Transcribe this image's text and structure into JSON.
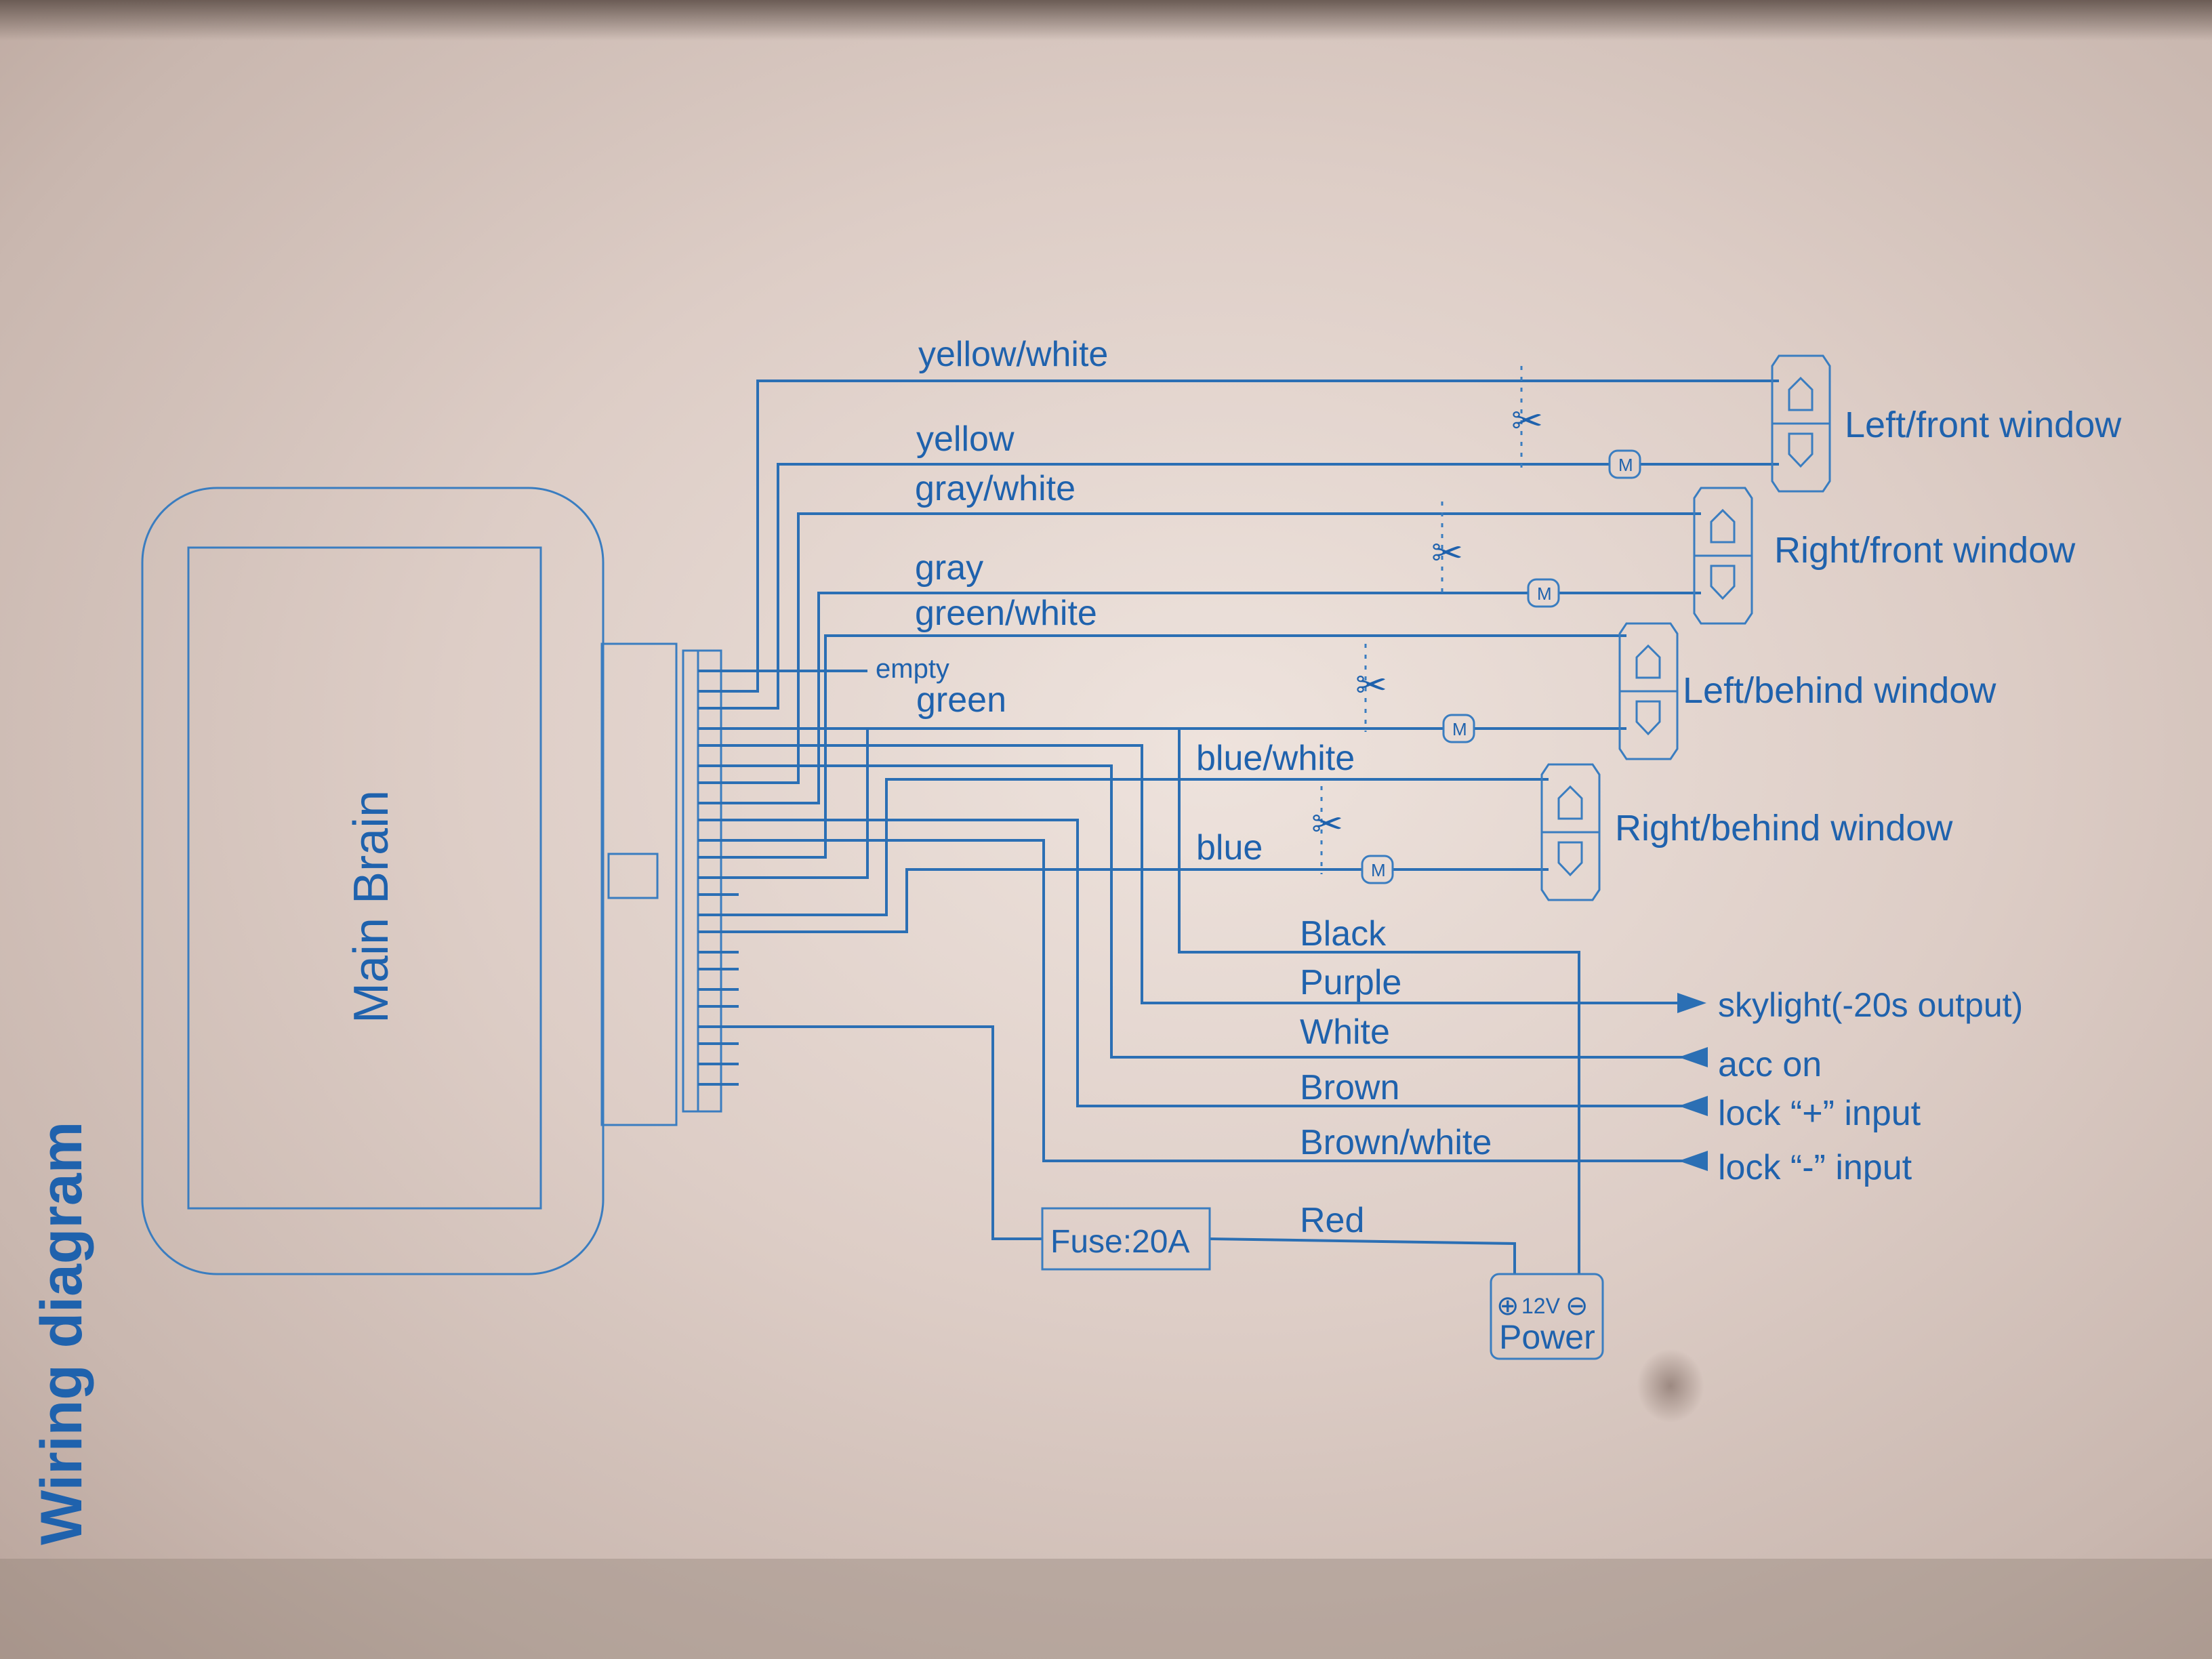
{
  "title": "Wiring diagram",
  "main_unit": "Main Brain",
  "wires": {
    "yellow_white": "yellow/white",
    "yellow": "yellow",
    "gray_white": "gray/white",
    "gray": "gray",
    "green_white": "green/white",
    "empty": "empty",
    "green": "green",
    "blue_white": "blue/white",
    "blue": "blue",
    "black": "Black",
    "purple": "Purple",
    "white": "White",
    "brown": "Brown",
    "brown_white": "Brown/white",
    "red": "Red"
  },
  "windows": {
    "left_front": "Left/front window",
    "right_front": "Right/front window",
    "left_behind": "Left/behind window",
    "right_behind": "Right/behind window"
  },
  "outputs": {
    "skylight": "skylight(-20s output)",
    "acc_on": "acc on",
    "lock_plus": "lock “+” input",
    "lock_minus": "lock “-” input"
  },
  "fuse": "Fuse:20A",
  "power": {
    "voltage": "12V",
    "label": "Power"
  },
  "motor_letter": "M",
  "colors": {
    "ink": "#2b6fb4",
    "text": "#1f62ad",
    "paper": "#e6d9d2"
  }
}
